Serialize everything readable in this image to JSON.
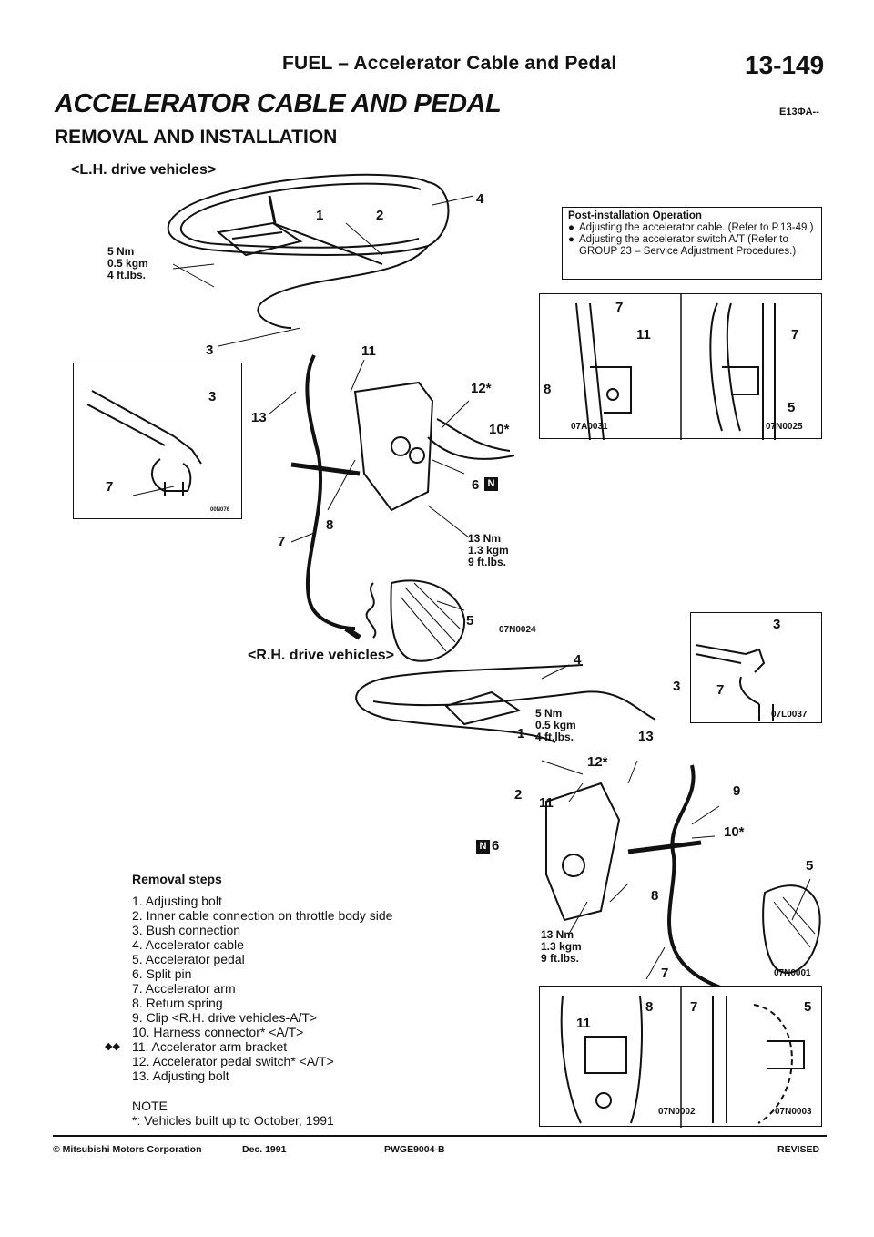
{
  "header": {
    "section": "FUEL  –  Accelerator Cable and Pedal",
    "page": "13-149"
  },
  "title": "ACCELERATOR CABLE AND PEDAL",
  "code": "E13ΦA--",
  "subtitle": "REMOVAL AND INSTALLATION",
  "diagrams": {
    "lh_label": "<L.H. drive vehicles>",
    "rh_label": "<R.H. drive vehicles>",
    "torque_5nm": [
      "5 Nm",
      "0.5 kgm",
      "4 ft.lbs."
    ],
    "torque_5nm_rh": [
      "5 Nm",
      "0.5 kgm",
      "4  ft.lbs."
    ],
    "torque_13nm": [
      "13 Nm",
      "1.3 kgm",
      "9 ft.lbs."
    ],
    "codes": {
      "lh_main": "07N0024",
      "inset_lh_small": "00N076",
      "inset_a": "07A0031",
      "inset_b": "07N0025",
      "inset_c": "07L0037",
      "rh_main": "07N0001",
      "inset_d": "07N0002",
      "inset_e": "07N0003"
    },
    "callouts": {
      "n1": "1",
      "n2": "2",
      "n3": "3",
      "n4": "4",
      "n5": "5",
      "n6": "6",
      "n7": "7",
      "n8": "8",
      "n9": "9",
      "n10": "10*",
      "n11": "11",
      "n12": "12*",
      "n13": "13",
      "n6n": "N"
    }
  },
  "post_installation": {
    "title": "Post-installation Operation",
    "items": [
      "Adjusting the accelerator cable. (Refer to P.13-49.)",
      "Adjusting the accelerator switch A/T (Refer to GROUP 23 – Service Adjustment Procedures.)"
    ]
  },
  "removal_steps": {
    "title": "Removal steps",
    "steps": [
      "1. Adjusting bolt",
      "2. Inner cable connection on throttle body side",
      "3. Bush connection",
      "4. Accelerator cable",
      "5. Accelerator pedal",
      "6. Split pin",
      "7. Accelerator arm",
      "8. Return spring",
      "9. Clip <R.H. drive vehicles-A/T>",
      "10. Harness connector* <A/T>",
      "11. Accelerator arm bracket",
      "12. Accelerator pedal switch* <A/T>",
      "13. Adjusting bolt"
    ],
    "step11_marker": "◆◆"
  },
  "note": {
    "title": "NOTE",
    "text": "*: Vehicles built up to October, 1991"
  },
  "footer": {
    "copyright": "© Mitsubishi Motors Corporation",
    "date": "Dec. 1991",
    "doc_code": "PWGE9004-B",
    "status": "REVISED"
  }
}
